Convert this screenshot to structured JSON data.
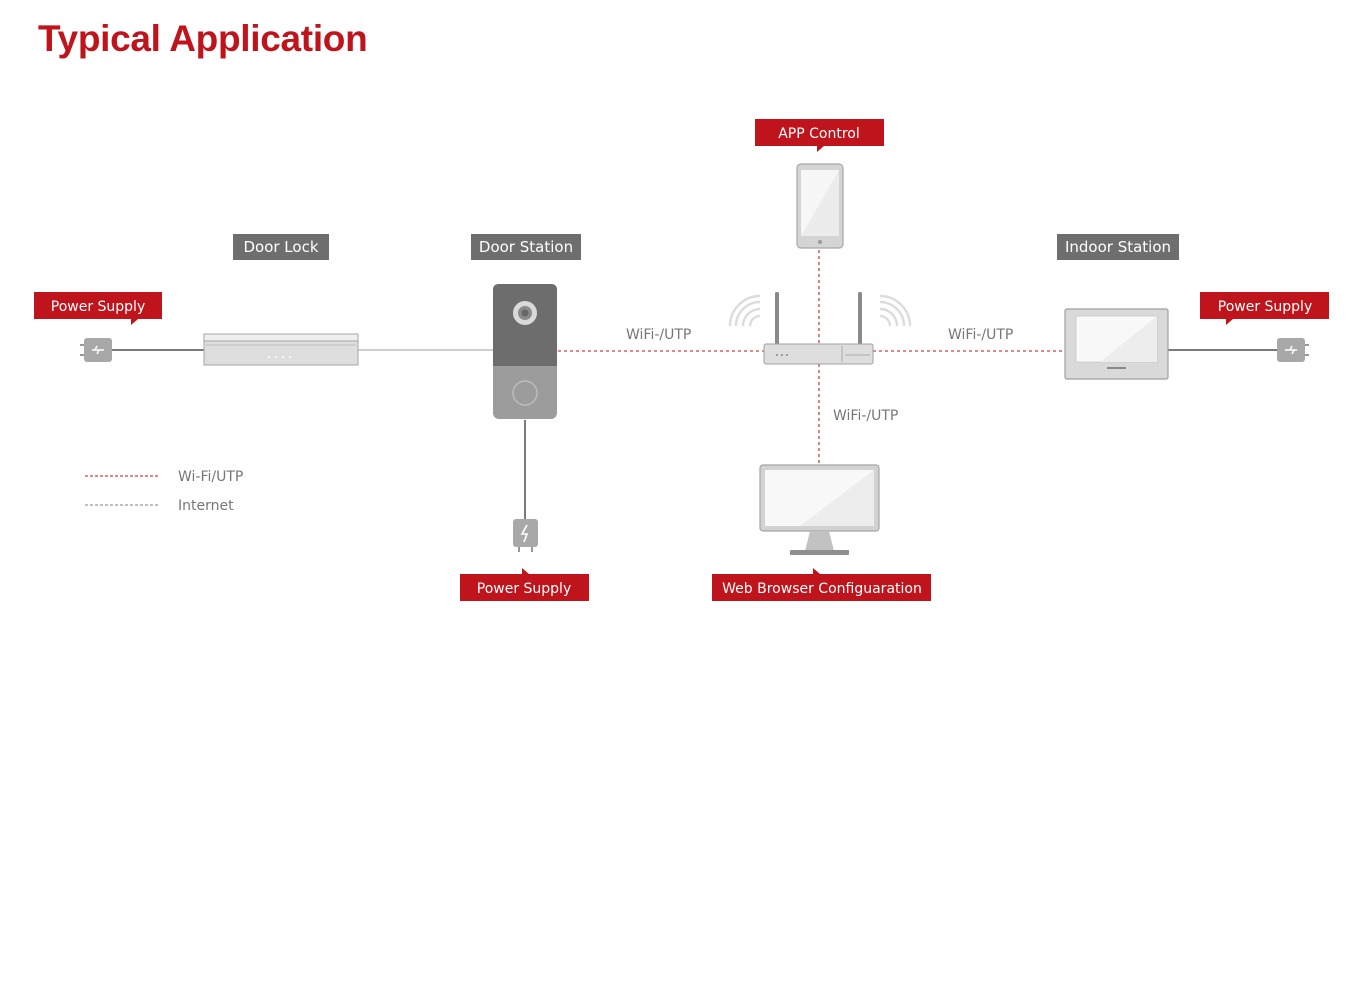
{
  "title": "Typical Application",
  "labels": {
    "app_control": "APP Control",
    "door_lock": "Door Lock",
    "door_station": "Door Station",
    "indoor_station": "Indoor Station",
    "power_supply_left": "Power Supply",
    "power_supply_right": "Power Supply",
    "power_supply_bottom": "Power Supply",
    "web_browser": "Web Browser Configuaration"
  },
  "links": {
    "door_to_router": "WiFi-/UTP",
    "router_to_indoor": "WiFi-/UTP",
    "router_to_pc": "WiFi-/UTP"
  },
  "legend": {
    "wifi": "Wi-Fi/UTP",
    "internet": "Internet"
  },
  "colors": {
    "accent_red": "#c0141c",
    "label_gray": "#6e6e6e",
    "wifi_line": "#d04040",
    "internet_line": "#9a9a9a"
  },
  "icons": [
    "power-plug-icon",
    "door-lock-icon",
    "door-station-icon",
    "router-icon",
    "wifi-signal-icon",
    "smartphone-icon",
    "monitor-icon",
    "indoor-station-icon"
  ]
}
